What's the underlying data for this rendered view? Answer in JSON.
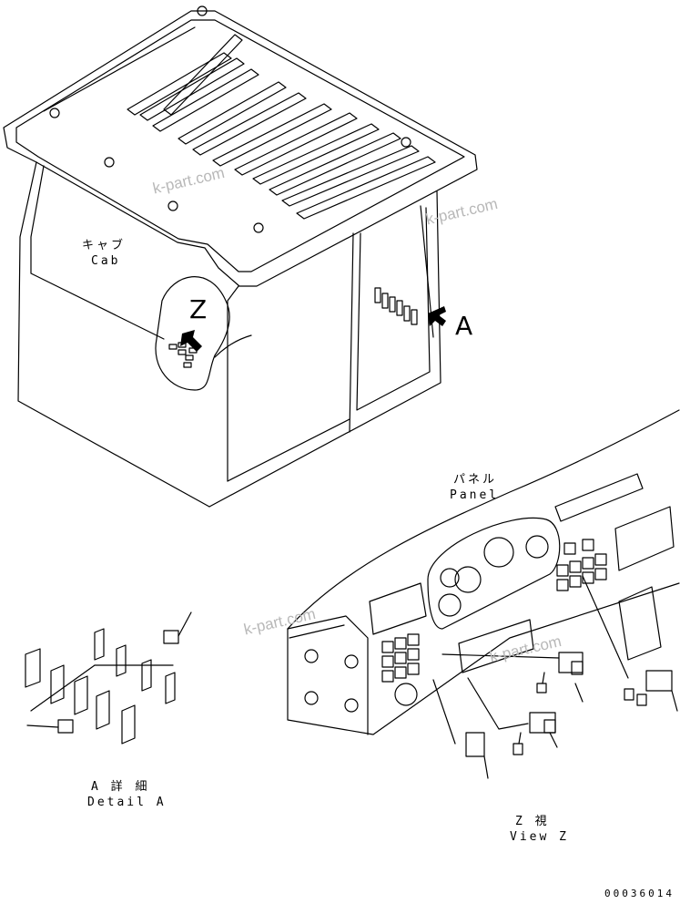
{
  "labels": {
    "cab_jp": "キャブ",
    "cab_en": "Cab",
    "panel_jp": "パネル",
    "panel_en": "Panel",
    "detail_jp": "A 詳 細",
    "detail_en": "Detail A",
    "viewz_jp": "Z 視",
    "viewz_en": "View Z",
    "view_z_marker": "Z",
    "view_a_marker": "A"
  },
  "watermark": "k-part.com",
  "serial": "00036014"
}
